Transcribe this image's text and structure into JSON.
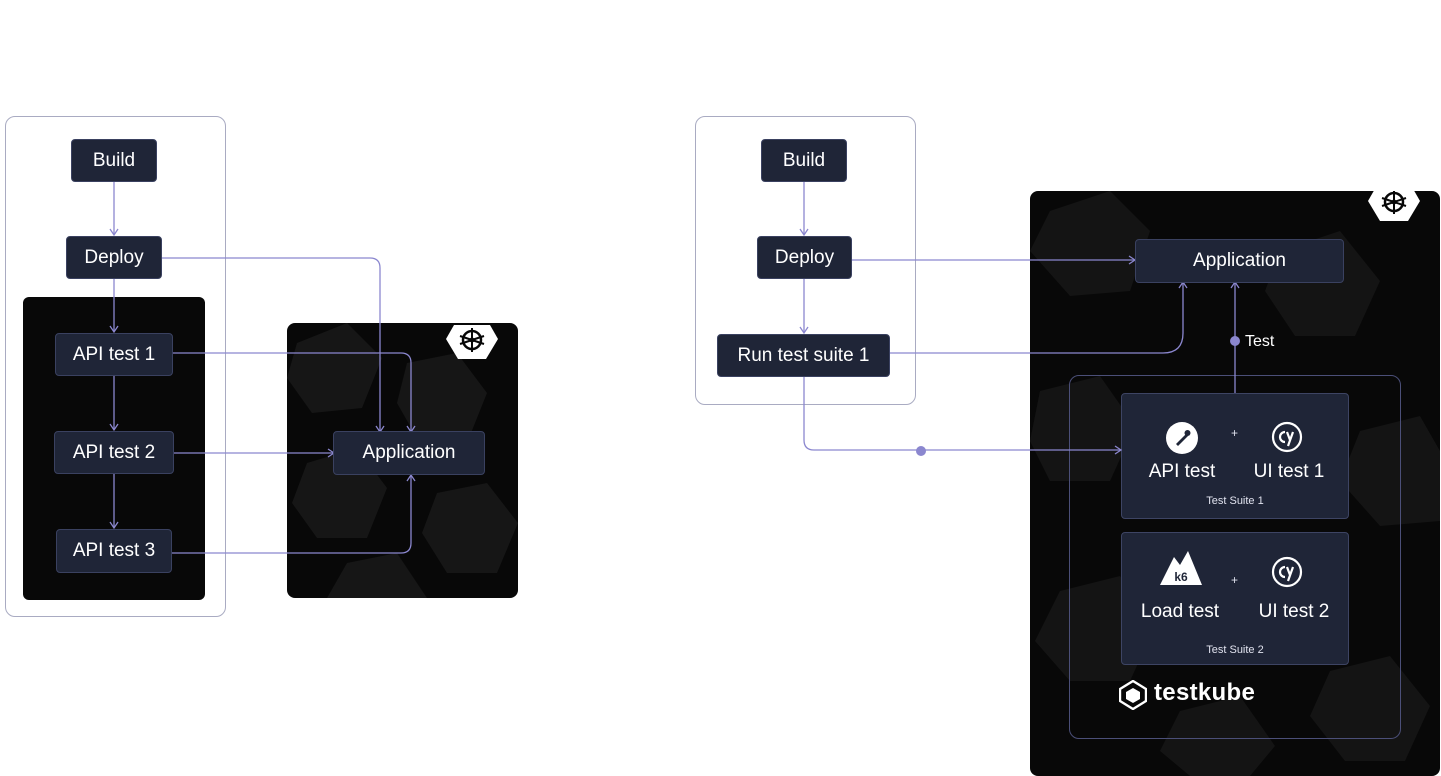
{
  "left": {
    "build": "Build",
    "deploy": "Deploy",
    "tests": [
      "API test 1",
      "API test 2",
      "API test 3"
    ],
    "application": "Application"
  },
  "right": {
    "build": "Build",
    "deploy": "Deploy",
    "run_suite": "Run test suite 1",
    "application": "Application",
    "test_label": "Test",
    "suite1": {
      "tool_a": "API test",
      "tool_b": "UI test 1",
      "plus": "+",
      "label": "Test Suite 1"
    },
    "suite2": {
      "tool_a": "Load test",
      "tool_a_badge": "k6",
      "tool_b": "UI test 2",
      "plus": "+",
      "label": "Test Suite 2"
    },
    "brand": "testkube"
  },
  "colors": {
    "connector": "#8b87cf",
    "node_bg": "#1f2537",
    "panel_bg": "#080808"
  },
  "icons": [
    "kubernetes-icon",
    "postman-icon",
    "cypress-icon",
    "k6-icon",
    "testkube-logo-icon"
  ]
}
